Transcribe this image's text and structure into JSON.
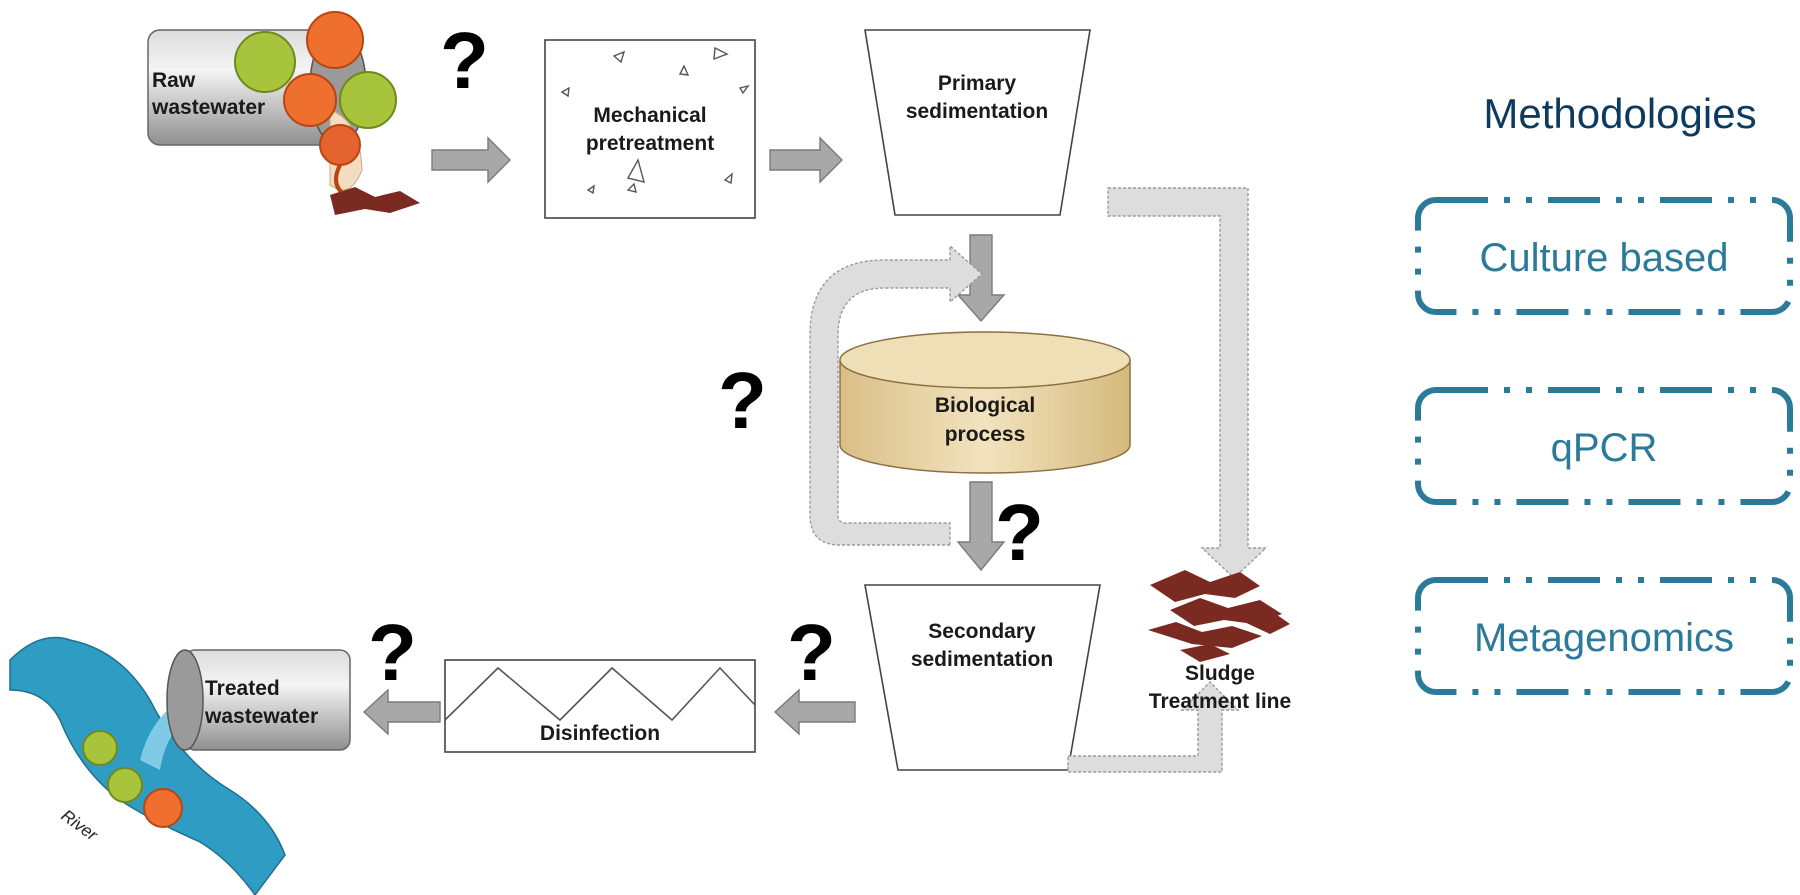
{
  "process": {
    "raw_wastewater": [
      "Raw",
      "wastewater"
    ],
    "mechanical_pretreatment": [
      "Mechanical",
      "pretreatment"
    ],
    "primary_sedimentation": [
      "Primary",
      "sedimentation"
    ],
    "biological_process": [
      "Biological",
      "process"
    ],
    "secondary_sedimentation": [
      "Secondary",
      "sedimentation"
    ],
    "disinfection": "Disinfection",
    "treated_wastewater": [
      "Treated",
      "wastewater"
    ],
    "sludge_treatment": [
      "Sludge",
      "Treatment line"
    ],
    "river": "River",
    "question_mark": "?"
  },
  "methodologies": {
    "title": "Methodologies",
    "items": [
      "Culture based",
      "qPCR",
      "Metagenomics"
    ]
  },
  "colors": {
    "methodology_title": "#0d3b5e",
    "methodology_box": "#2b7a9a",
    "river": "#2f9cc4",
    "sludge": "#7a2a20",
    "bio_tank": "#e8d3a3",
    "arrow": "#a8a8a8"
  }
}
